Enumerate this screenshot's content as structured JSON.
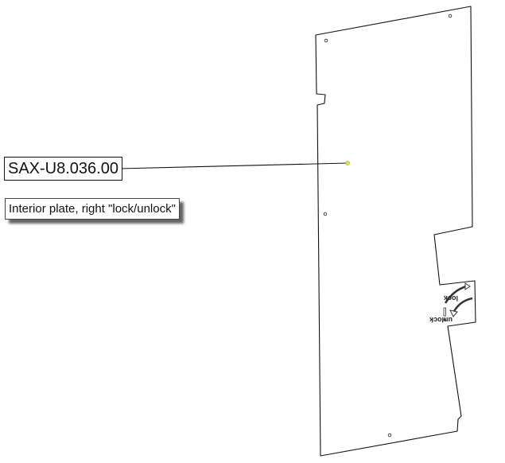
{
  "part_number": "SAX-U8.036.00",
  "description": "Interior plate, right \"lock/unlock\"",
  "sticker": {
    "lock_text": "lock",
    "unlock_text": "unlock"
  },
  "colors": {
    "outline": "#111111",
    "pointer_dot": "#e6e62a"
  }
}
